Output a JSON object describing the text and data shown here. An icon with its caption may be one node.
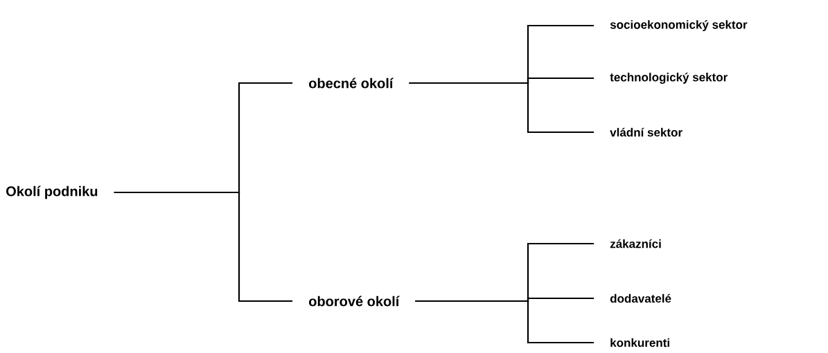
{
  "diagram": {
    "nodes": [
      {
        "text": [
          "Okolí podniku"
        ]
      },
      {
        "text": [
          "obecné okolí"
        ]
      },
      {
        "text": [
          "socioekonomický sektor"
        ]
      },
      {
        "text": [
          "technologický sektor"
        ]
      },
      {
        "text": [
          "vládní sektor"
        ]
      },
      {
        "text": [
          "oborové okolí"
        ]
      },
      {
        "text": [
          "zákazníci"
        ]
      },
      {
        "text": [
          "dodavatelé"
        ]
      },
      {
        "text": [
          "konkurenti"
        ]
      }
    ],
    "edges": [
      {
        "from": 0,
        "to": 1,
        "arrow": "none"
      },
      {
        "from": 0,
        "to": 5,
        "arrow": "none"
      },
      {
        "from": 1,
        "to": 2,
        "arrow": "none"
      },
      {
        "from": 1,
        "to": 3,
        "arrow": "none"
      },
      {
        "from": 1,
        "to": 4,
        "arrow": "none"
      },
      {
        "from": 5,
        "to": 6,
        "arrow": "none"
      },
      {
        "from": 5,
        "to": 7,
        "arrow": "none"
      },
      {
        "from": 5,
        "to": 8,
        "arrow": "none"
      }
    ]
  }
}
